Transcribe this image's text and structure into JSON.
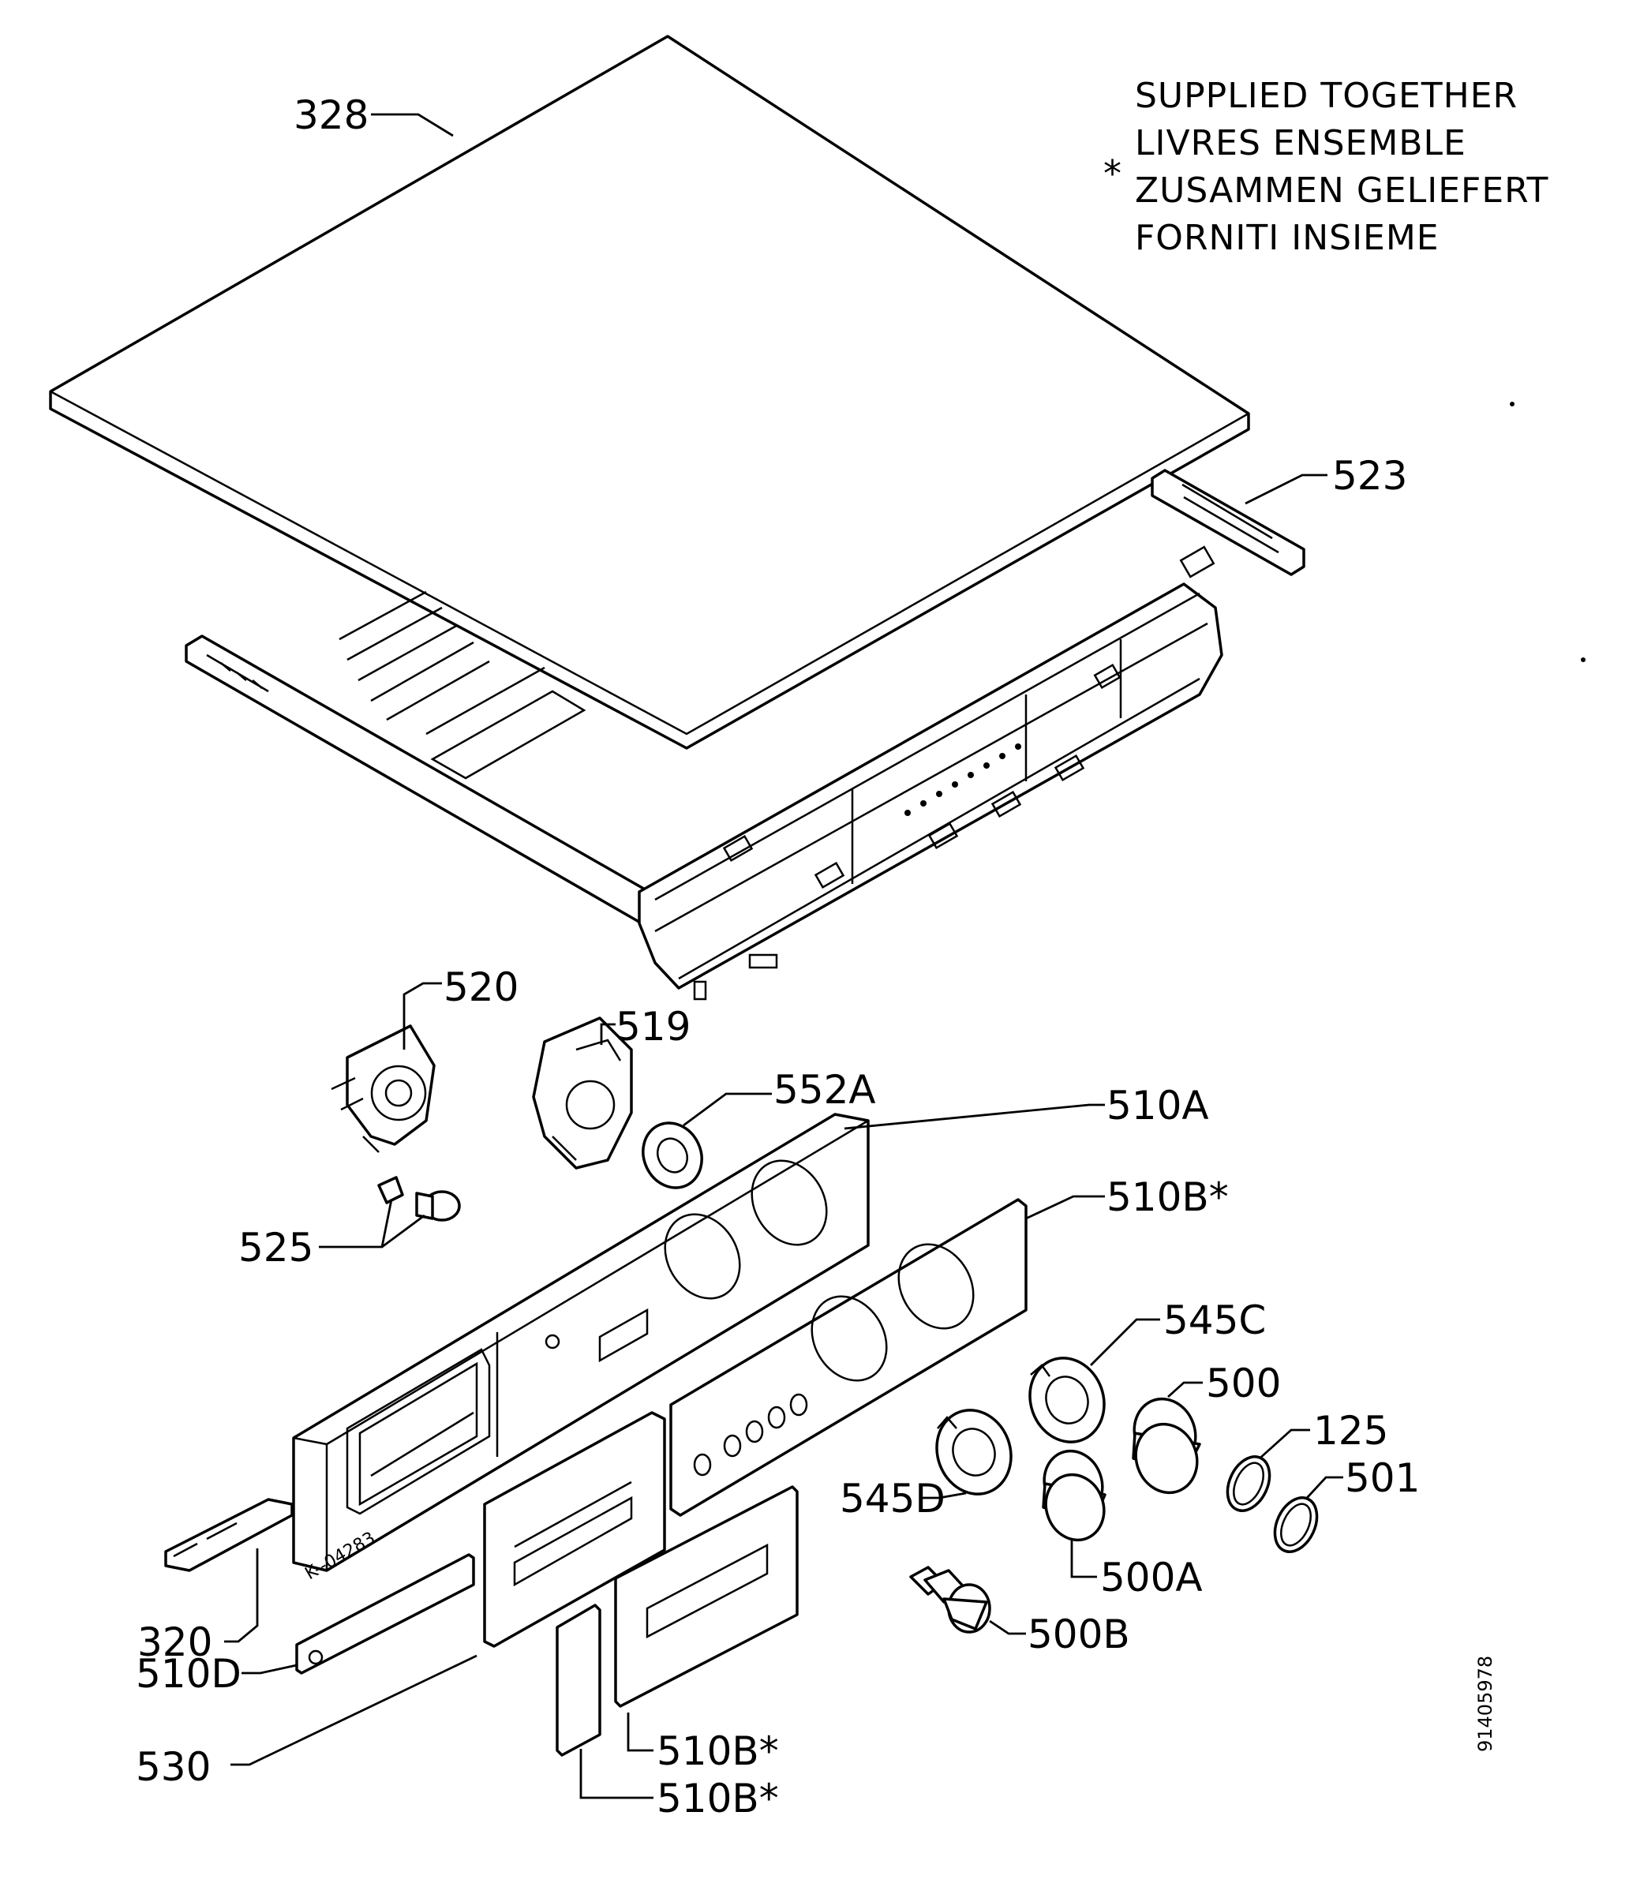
{
  "legend": {
    "asterisk": "*",
    "lines": [
      "SUPPLIED TOGETHER",
      "LIVRES ENSEMBLE",
      "ZUSAMMEN GELIEFERT",
      "FORNITI INSIEME"
    ]
  },
  "labels": {
    "p328": "328",
    "p523": "523",
    "p520": "520",
    "p519": "519",
    "p552A": "552A",
    "p510A": "510A",
    "p510B_a": "510B*",
    "p525": "525",
    "p545C": "545C",
    "p500": "500",
    "p125": "125",
    "p501": "501",
    "p545D": "545D",
    "p500A": "500A",
    "p500B": "500B",
    "p320": "320",
    "p510D": "510D",
    "p530": "530",
    "p510B_b": "510B*",
    "p510B_c": "510B*"
  },
  "drawing_code": "91405978",
  "panel_mark": "K--04283"
}
